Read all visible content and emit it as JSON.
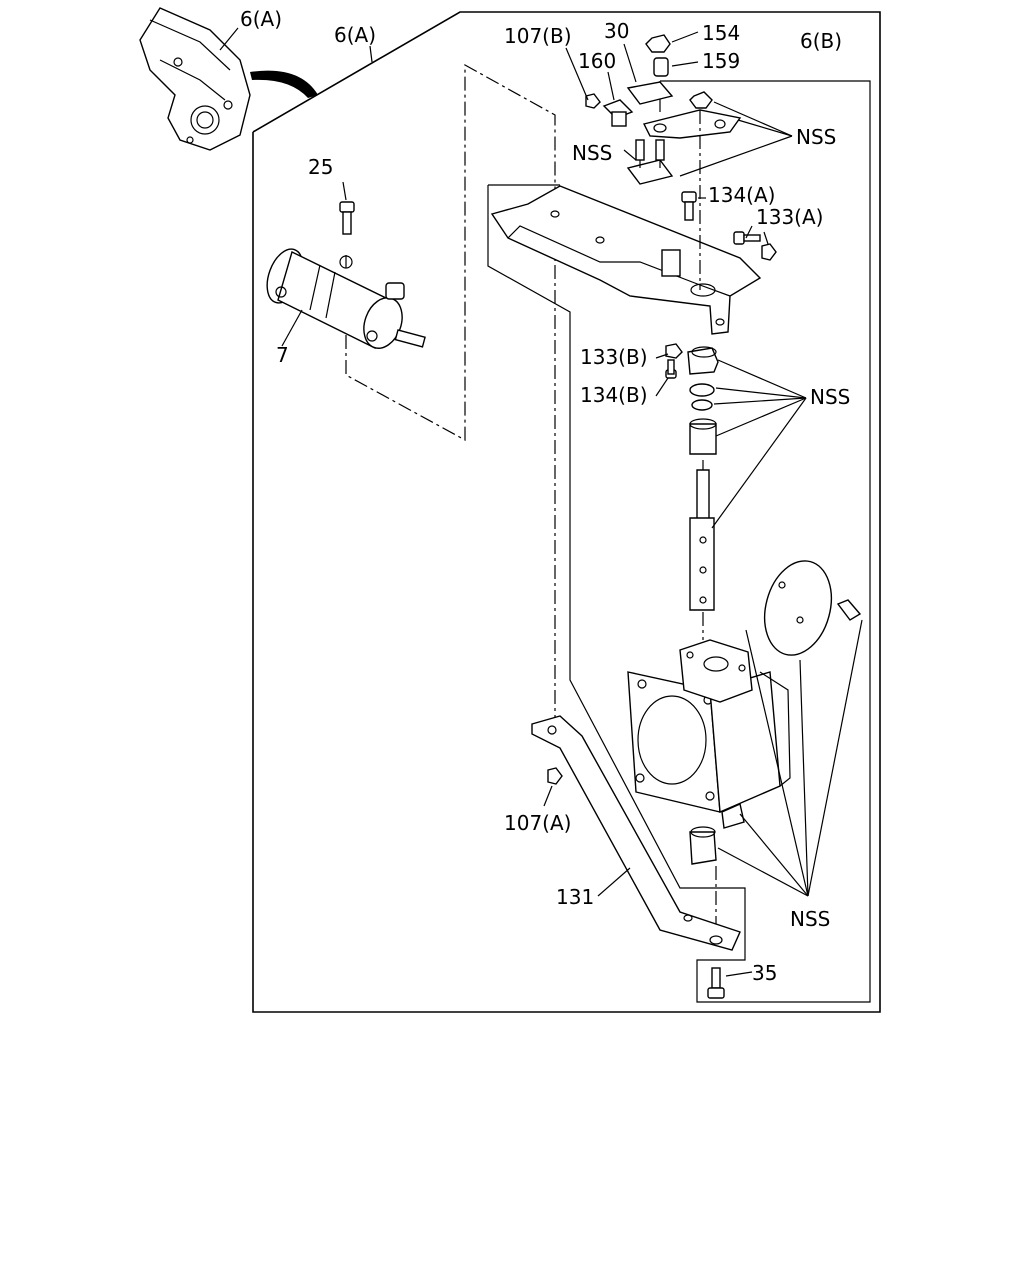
{
  "labels": {
    "inset": "6(A)",
    "assembly_a": "6(A)",
    "assembly_b": "6(B)",
    "p107b": "107(B)",
    "p30": "30",
    "p154": "154",
    "p160": "160",
    "p159": "159",
    "nss_top_left": "NSS",
    "nss_top_right": "NSS",
    "p25": "25",
    "p134a": "134(A)",
    "p133a": "133(A)",
    "p7": "7",
    "p133b": "133(B)",
    "p134b": "134(B)",
    "nss_mid": "NSS",
    "p107a": "107(A)",
    "p131": "131",
    "nss_bottom": "NSS",
    "p35": "35"
  }
}
